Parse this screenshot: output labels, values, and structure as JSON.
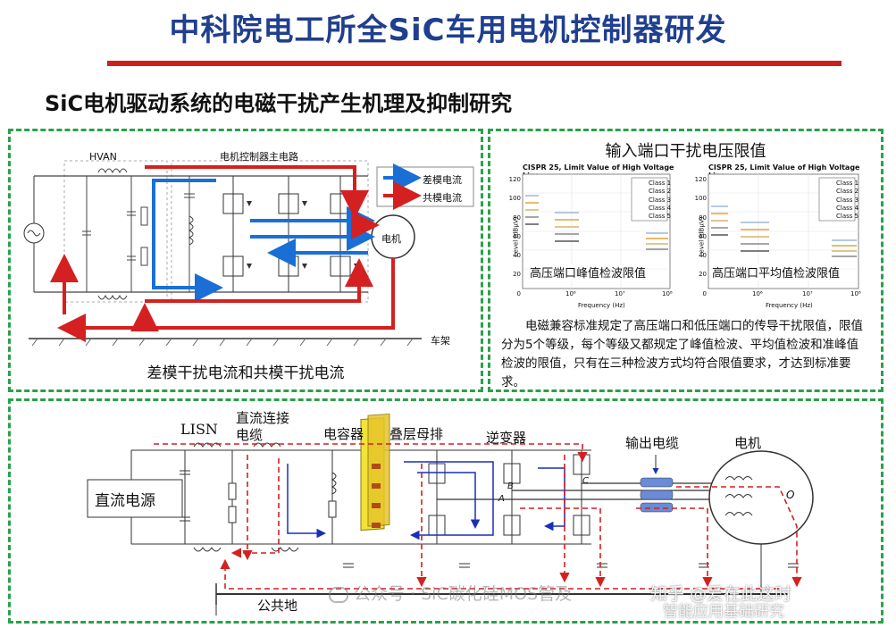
{
  "slide": {
    "title": "中科院电工所全SiC车用电机控制器研发",
    "subtitle": "SiC电机驱动系统的电磁干扰产生机理及抑制研究",
    "accent_color": "#cc1f1f",
    "title_color": "#1f3f8f",
    "panel_border_color": "#2aa14a"
  },
  "panel_a": {
    "hvan_label": "HVAN",
    "controller_label": "电机控制器主电路",
    "legend": [
      {
        "label": "差模电流",
        "color": "#1a6fd6"
      },
      {
        "label": "共模电流",
        "color": "#d42020"
      }
    ],
    "motor_label": "电机",
    "frame_label": "车架",
    "caption": "差模干扰电流和共模干扰电流"
  },
  "panel_b": {
    "title": "输入端口干扰电压限值",
    "charts": [
      {
        "chart_title": "CISPR 25, Limit Value of High Voltage Line",
        "ylabel": "Level (dBµV)",
        "xlabel": "Frequency (Hz)",
        "yticks": [
          "0",
          "20",
          "40",
          "60",
          "80",
          "100",
          "120"
        ],
        "xticks": [
          "10⁶",
          "10⁷",
          "10⁸"
        ],
        "classes": [
          "Class 1",
          "Class 2",
          "Class 3",
          "Class 4",
          "Class 5"
        ],
        "overlay": "高压端口峰值检波限值"
      },
      {
        "chart_title": "CISPR 25, Limit Value of High Voltage Line",
        "ylabel": "Level (dBµV)",
        "xlabel": "Frequency (Hz)",
        "yticks": [
          "0",
          "20",
          "40",
          "60",
          "80",
          "100",
          "120"
        ],
        "xticks": [
          "10⁶",
          "10⁷",
          "10⁸"
        ],
        "classes": [
          "Class 1",
          "Class 2",
          "Class 3",
          "Class 4",
          "Class 5"
        ],
        "overlay": "高压端口平均值检波限值"
      }
    ],
    "description": "电磁兼容标准规定了高压端口和低压端口的传导干扰限值，限值分为5个等级，每个等级又都规定了峰值检波、平均值检波和准峰值检波的限值，只有在三种检波方式均符合限值要求，才达到标准要求。"
  },
  "panel_c": {
    "lisn": "LISN",
    "dc_cable": "直流连接电缆",
    "capacitor": "电容器",
    "busbar": "叠层母排",
    "inverter": "逆变器",
    "output_cable": "输出电缆",
    "motor": "电机",
    "dc_source": "直流电源",
    "ground": "公共地",
    "node_a": "A",
    "node_b": "B",
    "node_c": "C",
    "motor_node": "O"
  },
  "watermarks": {
    "wechat": "公众号 · SiC碳化硅MOS管及",
    "zhihu": "知乎 @爱在此这时",
    "zhihu2": "智能应用基础研究"
  }
}
